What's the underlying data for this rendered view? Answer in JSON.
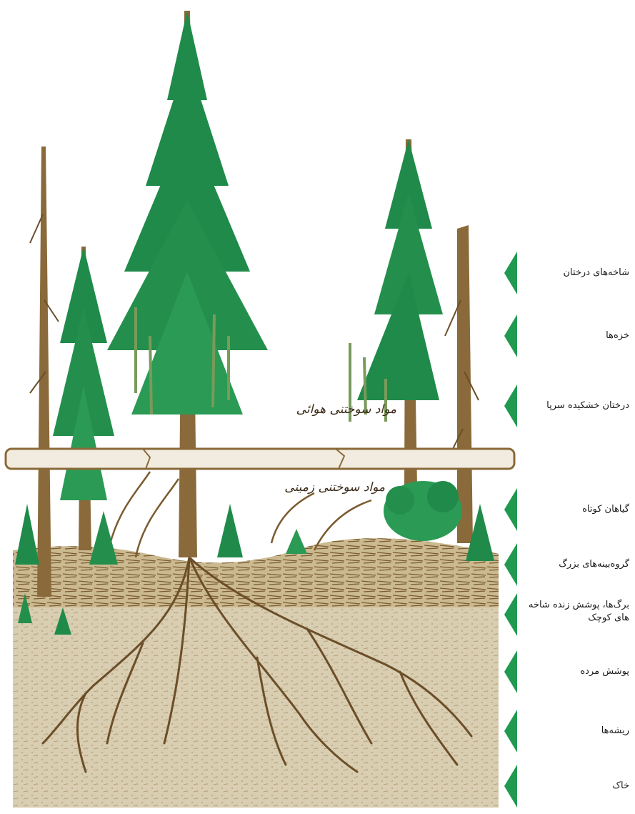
{
  "center_labels": {
    "aerial": "مواد سوختنی هوائی",
    "ground": "مواد سوختنی زمینی"
  },
  "layers": [
    {
      "label": "شاخه‌های درختان"
    },
    {
      "label": "خزه‌ها"
    },
    {
      "label": "درختان خشکیده سرپا"
    },
    {
      "label": "گیاهان کوتاه"
    },
    {
      "label": "گروه‌بینه‌های بزرگ"
    },
    {
      "label": "برگ‌ها، پوشش زنده شاخه های کوچک"
    },
    {
      "label": "پوشش مرده"
    },
    {
      "label": "ریشه‌ها"
    },
    {
      "label": "خاک"
    }
  ],
  "colors": {
    "arrow": "#1f9a4f",
    "foliage": "#1f8a4a",
    "trunk": "#8a6a3a",
    "soil": "#d9ceb2",
    "root": "#6b4e28",
    "log": "#f2ece0"
  },
  "icons": {
    "layer_marker": "green-arrow-icon"
  }
}
